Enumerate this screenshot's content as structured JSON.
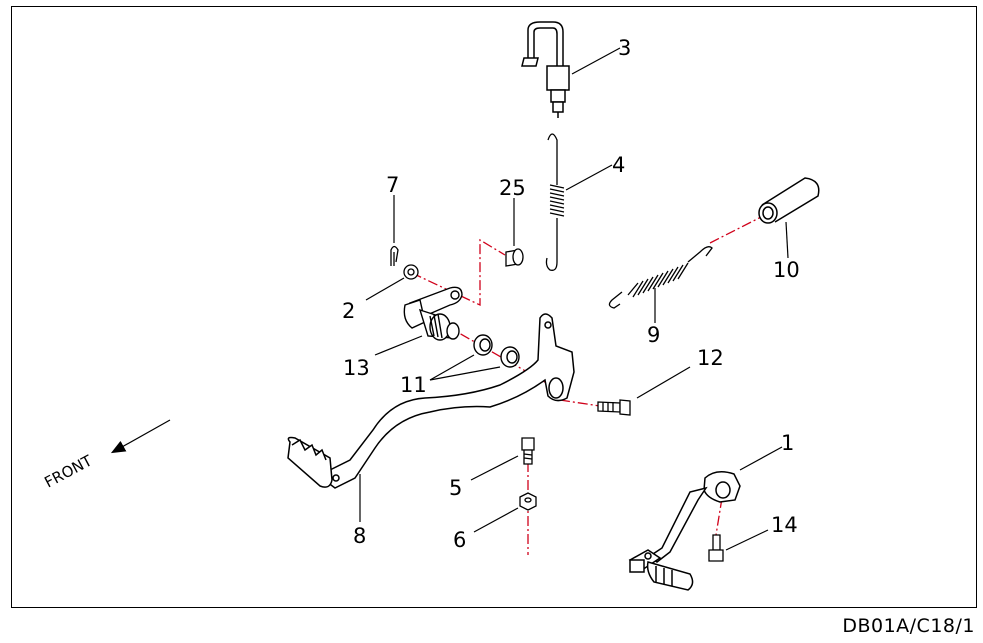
{
  "diagram": {
    "part_labels": {
      "p1": "1",
      "p2": "2",
      "p3": "3",
      "p4": "4",
      "p5": "5",
      "p6": "6",
      "p7": "7",
      "p8": "8",
      "p9": "9",
      "p10": "10",
      "p11": "11",
      "p12": "12",
      "p13": "13",
      "p14": "14",
      "p25": "25"
    },
    "front_label": "FRONT",
    "drawing_code": "DB01A/C18/1",
    "colors": {
      "line": "#000000",
      "centerline": "#d0021b",
      "background": "#ffffff"
    }
  }
}
